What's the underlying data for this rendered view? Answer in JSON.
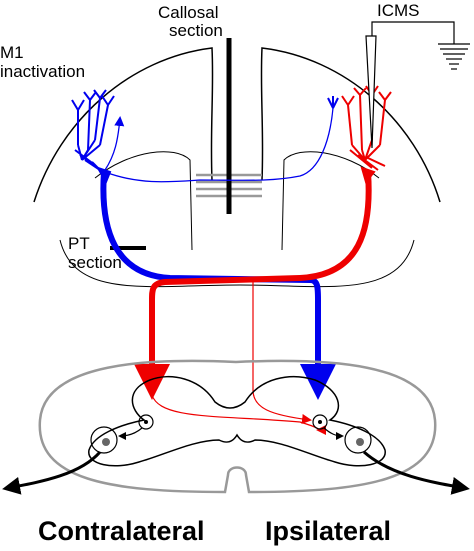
{
  "labels": {
    "callosal_line1": "Callosal",
    "callosal_line2": "section",
    "icms": "ICMS",
    "m1_line1": "M1",
    "m1_line2": "inactivation",
    "pt_line1": "PT",
    "pt_line2": "section",
    "contralateral": "Contralateral",
    "ipsilateral": "Ipsilateral"
  },
  "colors": {
    "blue_pathway": "#0000ee",
    "red_pathway": "#ee0000",
    "outline": "#000000",
    "gray": "#999999"
  }
}
